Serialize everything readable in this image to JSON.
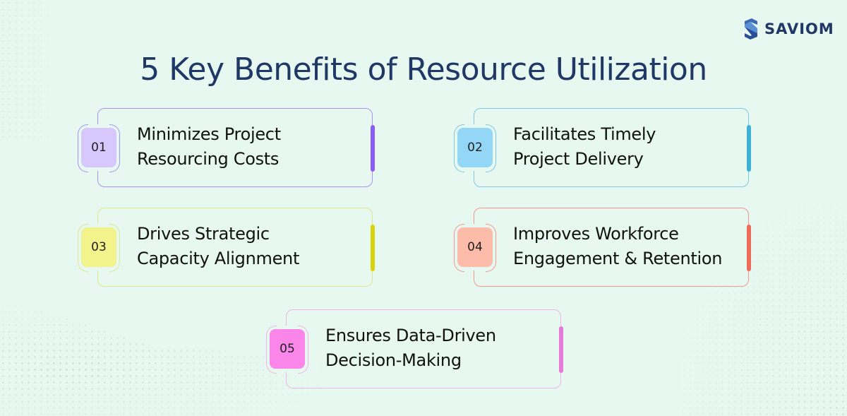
{
  "title": "5 Key Benefits of Resource Utilization",
  "logo": {
    "text": "SAVIOM",
    "icon": "saviom-s-logo-icon",
    "color": "#1f3866"
  },
  "background_color": "#e6f8ef",
  "benefits": [
    {
      "number": "01",
      "line1": "Minimizes Project",
      "line2": "Resourcing Costs",
      "border": "#a593f5",
      "fill": "#d8c7fd",
      "bar": "#8b5cf6"
    },
    {
      "number": "02",
      "line1": "Facilitates Timely",
      "line2": "Project Delivery",
      "border": "#7cc8e6",
      "fill": "#93d6f6",
      "bar": "#3fb0d6"
    },
    {
      "number": "03",
      "line1": "Drives Strategic",
      "line2": "Capacity Alignment",
      "border": "#e2e68a",
      "fill": "#f2f38a",
      "bar": "#d8d20f"
    },
    {
      "number": "04",
      "line1": "Improves Workforce",
      "line2": "Engagement & Retention",
      "border": "#f09a8a",
      "fill": "#fdbcaa",
      "bar": "#ef6a57"
    },
    {
      "number": "05",
      "line1": "Ensures Data-Driven",
      "line2": "Decision-Making",
      "border": "#f2b3e6",
      "fill": "#fa86ea",
      "bar": "#e67ad8"
    }
  ]
}
